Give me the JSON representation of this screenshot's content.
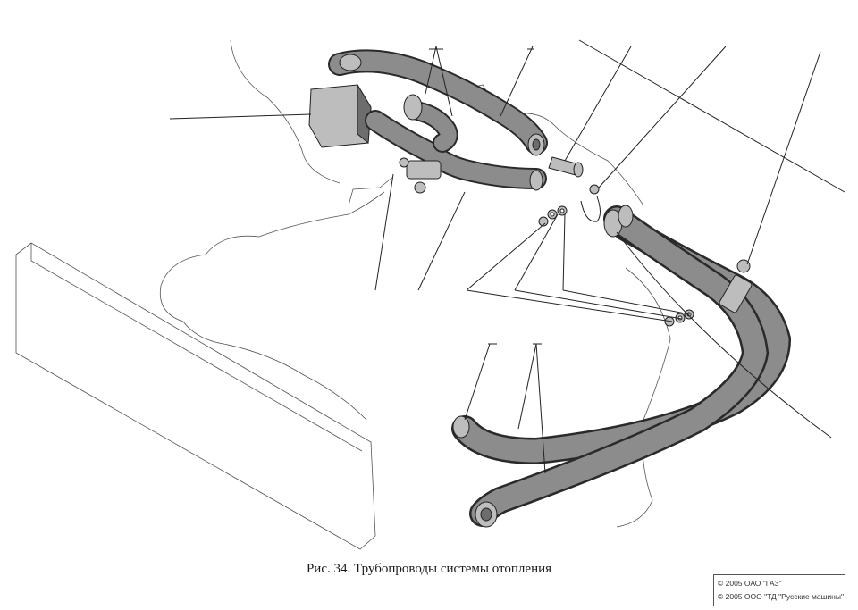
{
  "figure": {
    "caption": "Рис. 34. Трубопроводы системы отопления"
  },
  "copyright": {
    "lines": [
      "© 2005 ОАО \"ГАЗ\"",
      "© 2005 ООО \"ТД \"Русские машины\""
    ]
  },
  "colors": {
    "ink": "#222222",
    "hose_fill": "#8c8c8c",
    "background": "#ffffff"
  }
}
